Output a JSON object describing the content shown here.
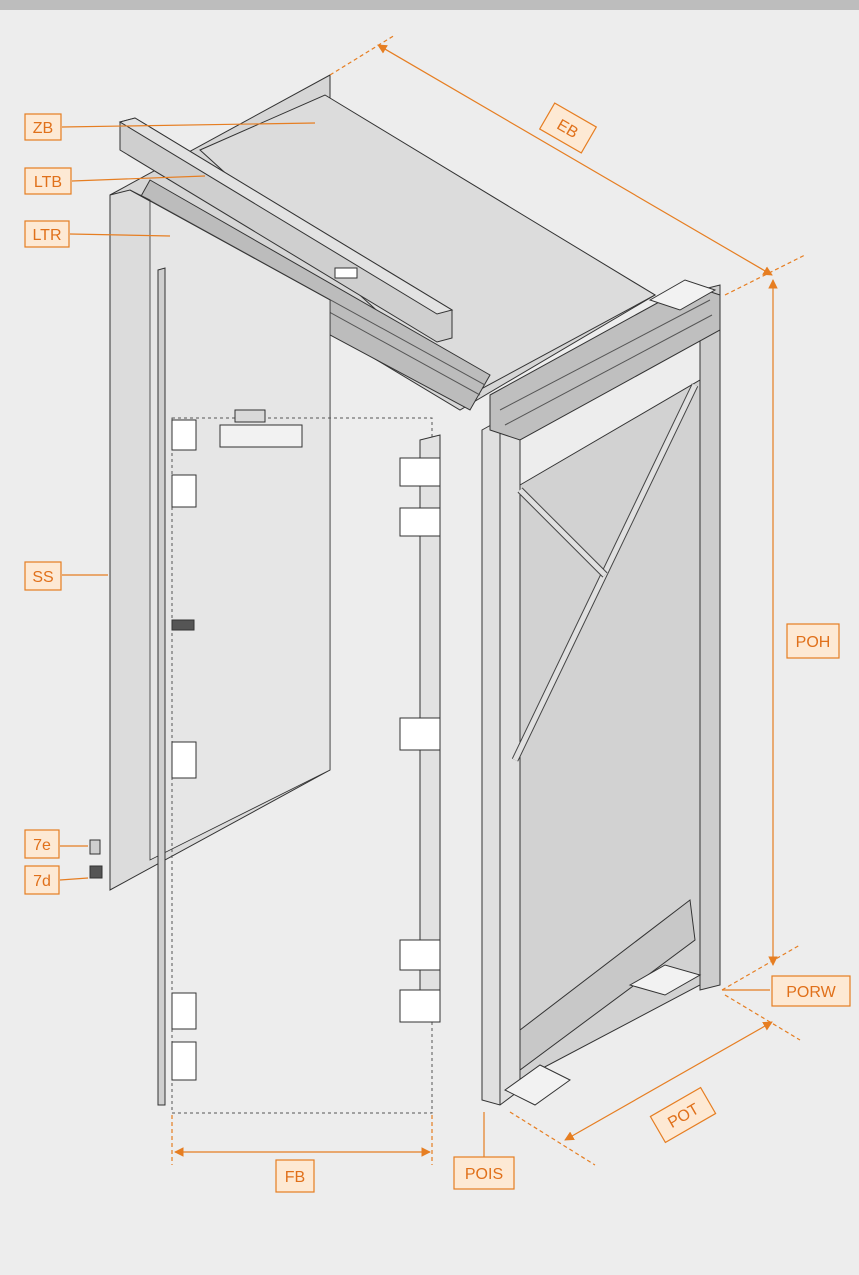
{
  "colors": {
    "background": "#ededed",
    "top_bar": "#bdbdbd",
    "accent": "#e67e22",
    "label_fill": "#fde9d4",
    "panel_light": "#e8e8e8",
    "panel_mid": "#d9d9d9",
    "panel_dark": "#c4c4c4",
    "line": "#333333"
  },
  "labels": {
    "zb": "ZB",
    "ltb": "LTB",
    "ltr": "LTR",
    "ss": "SS",
    "e7": "7e",
    "d7": "7d",
    "eb": "EB",
    "poh": "POH",
    "porw": "PORW",
    "pot": "POT",
    "pois": "POIS",
    "fb": "FB"
  }
}
